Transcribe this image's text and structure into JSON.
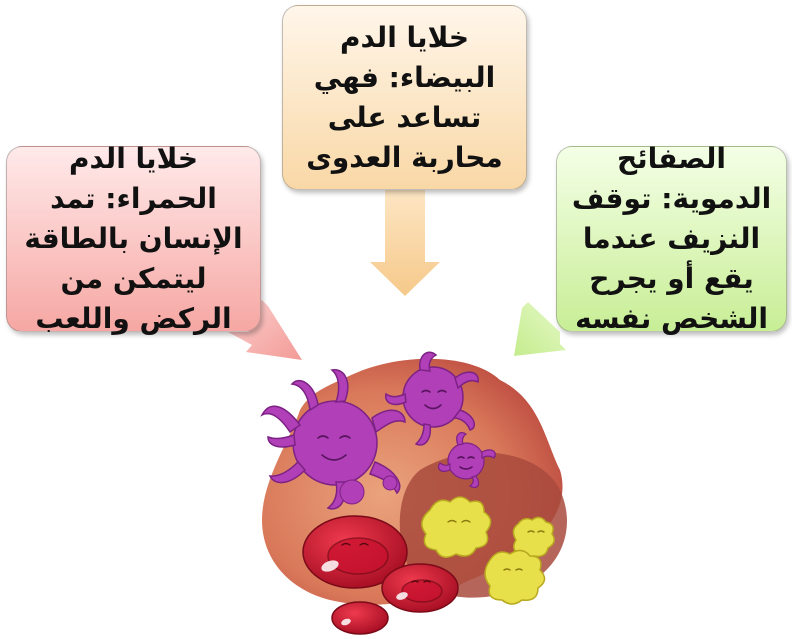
{
  "boxes": {
    "white_cells": {
      "lines": [
        "خلايا الدم",
        "البيضاء: فهي",
        "تساعد على",
        "محاربة العدوى"
      ],
      "color": "#f9d8a6"
    },
    "red_cells": {
      "lines": [
        "خلايا الدم",
        "الحمراء: تمد",
        "الإنسان بالطاقة",
        "ليتمكن من",
        "الركض واللعب"
      ],
      "color": "#f6a7a3"
    },
    "platelets": {
      "lines": [
        "الصفائح",
        "الدموية: توقف",
        "النزيف عندما",
        "يقع أو يجرح",
        "الشخص نفسه"
      ],
      "color": "#c8ee96"
    }
  },
  "illustration": {
    "subject": "blood-cells",
    "colors": {
      "red_cell": "#c8102e",
      "white_cell": "#b03fb8",
      "platelet": "#e8e04a",
      "background_blob": "#d9795a"
    }
  }
}
